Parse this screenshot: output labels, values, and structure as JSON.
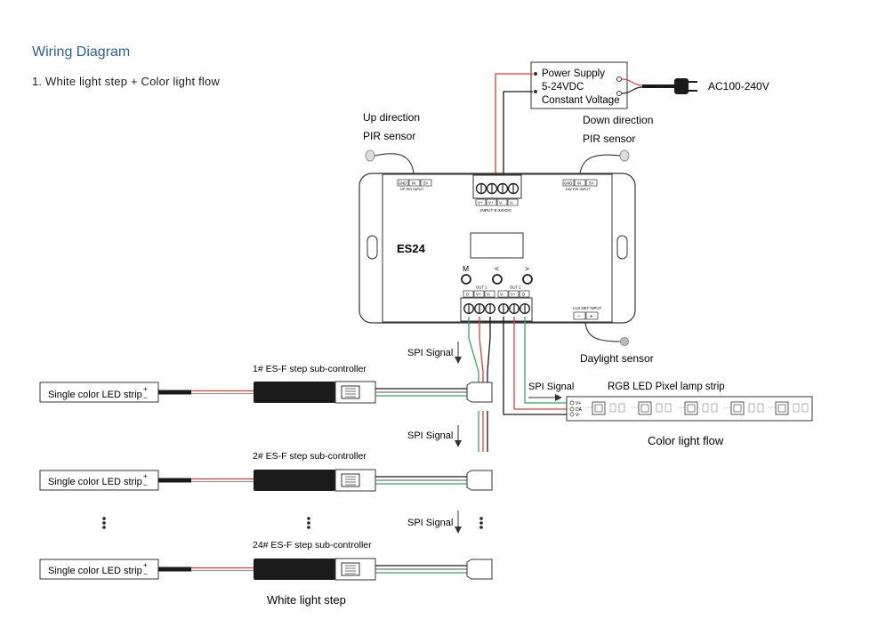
{
  "header": {
    "title": "Wiring Diagram",
    "subtitle": "1. White light step + Color light flow"
  },
  "power_supply": {
    "line1": "Power Supply",
    "line2": "5-24VDC",
    "line3": "Constant Voltage",
    "ac_label": "AC100-240V"
  },
  "sensors": {
    "up_line1": "Up direction",
    "up_line2": "PIR sensor",
    "down_line1": "Down direction",
    "down_line2": "PIR sensor",
    "daylight": "Daylight sensor"
  },
  "controller": {
    "model": "ES24",
    "btn_m": "M",
    "btn_left": "<",
    "btn_right": ">",
    "up_pir_pins": [
      "GND",
      "IN",
      "5V"
    ],
    "up_pir_label": "UP PIR INPUT",
    "dw_pir_pins": [
      "GND",
      "IN",
      "5V"
    ],
    "dw_pir_label": "DW PIR INPUT",
    "input_pins": [
      "V+",
      "V+",
      "V-",
      "V-"
    ],
    "input_label": "INPUT 5-24VDC",
    "out1_label": "OUT 1",
    "out2_label": "OUT 2",
    "out_pins": [
      "D",
      "V+",
      "V-",
      "V-",
      "V+",
      "D"
    ],
    "lux_label": "LUX DET INPUT",
    "lux_pins": [
      "−",
      "+"
    ]
  },
  "signals": {
    "spi": "SPI Signal"
  },
  "sub_controllers": {
    "c1": "1# ES-F step sub-controller",
    "c2": "2# ES-F step sub-controller",
    "c24": "24# ES-F step sub-controller",
    "strip_label": "Single color LED strip",
    "strip_plus": "+",
    "strip_minus": "−",
    "footer": "White light step"
  },
  "rgb_strip": {
    "label": "RGB LED Pixel lamp strip",
    "pins": [
      "V+",
      "DA",
      "V-"
    ],
    "footer": "Color light flow"
  },
  "colors": {
    "red": "#e0403a",
    "green": "#3aa55a",
    "black": "#1a1a1a",
    "title_blue": "#2f5f8f"
  }
}
